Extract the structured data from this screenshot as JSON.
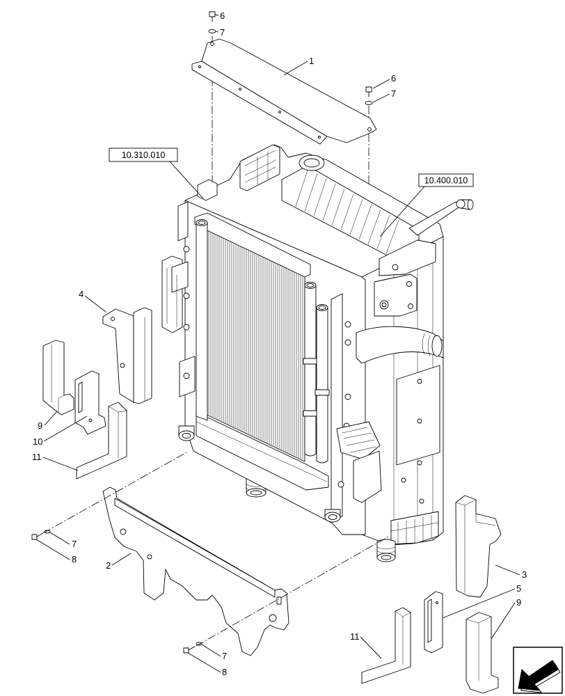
{
  "diagram": {
    "callouts": [
      {
        "label": "6"
      },
      {
        "label": "7"
      },
      {
        "label": "1"
      },
      {
        "label": "6"
      },
      {
        "label": "7"
      },
      {
        "label": "4"
      },
      {
        "label": "9"
      },
      {
        "label": "10"
      },
      {
        "label": "11"
      },
      {
        "label": "2"
      },
      {
        "label": "7"
      },
      {
        "label": "8"
      },
      {
        "label": "3"
      },
      {
        "label": "5"
      },
      {
        "label": "9"
      },
      {
        "label": "11"
      },
      {
        "label": "7"
      },
      {
        "label": "8"
      }
    ],
    "references": [
      {
        "label": "10.310.010"
      },
      {
        "label": "10.400.010"
      }
    ],
    "nav_icon": "navigation-arrow-icon"
  }
}
